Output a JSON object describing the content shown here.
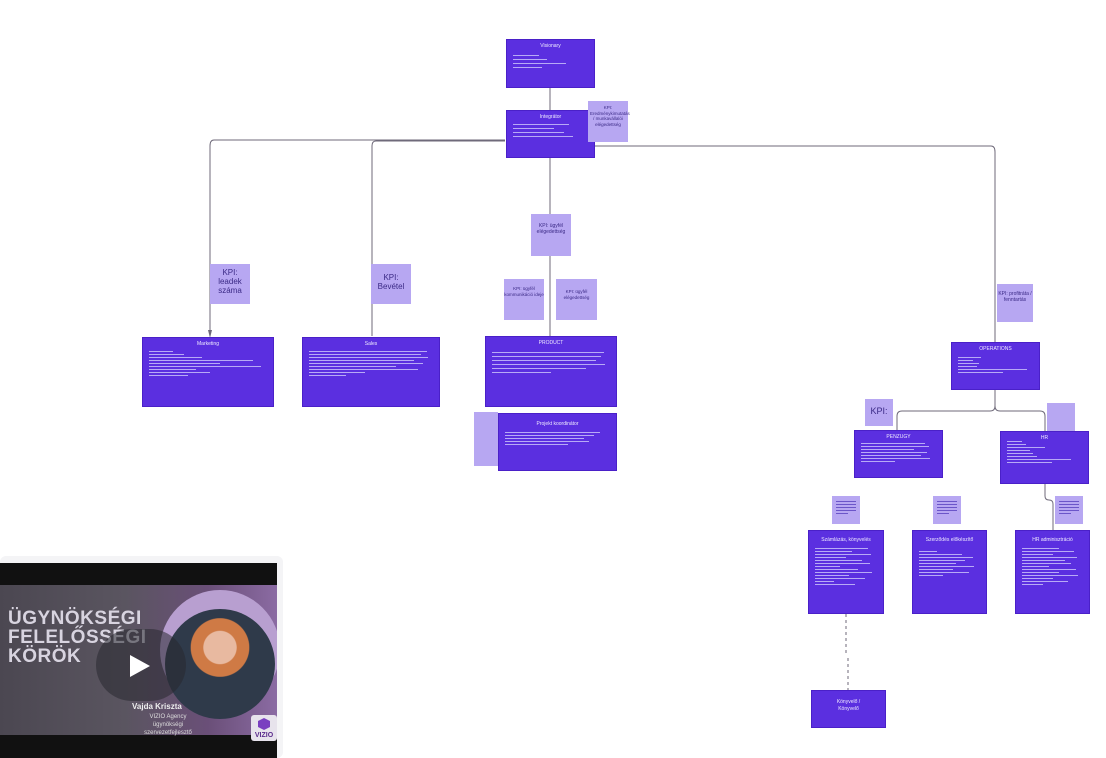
{
  "nodes": {
    "visionary": "Visionary",
    "integrator": "Integrátor",
    "marketing": "Marketing",
    "sales": "Sales",
    "product": "PRODUCT",
    "projekt": "Projekt koordinátor",
    "operations": "OPERATIONS",
    "penzugy": "PÉNZÜGY",
    "hr": "HR",
    "szamlazas": "Számlázás, könyvelés",
    "szerzodes": "Szerződés előkészítő",
    "hr_adminisztracio": "HR adminisztráció",
    "konyvelo": "Könyvelő / Könyvelő"
  },
  "kpis": {
    "integrator": "KPI: Eredménykimutatás / munkavállalói elégedettség",
    "marketing": "KPI: leadek száma",
    "sales": "KPI: Bevétel",
    "product_top": "KPI: ügyfél elégedettség",
    "product_left": "KPI: ügyfél kommunikáció ideje",
    "product_right": "KPI: ügyfél elégedettség",
    "operations": "KPI: profitráta / fenntartás",
    "penzugy": "KPI:"
  },
  "video": {
    "title_line1": "ÜGYNÖKSÉGI",
    "title_line2": "FELELŐSSÉGI",
    "title_line3": "KÖRÖK",
    "author_name": "Vajda Kriszta",
    "author_role": "VIZIO Agency ügynökségi szervezetfejlesztő",
    "brand": "VIZIO"
  },
  "colors": {
    "box": "#5b2fe0",
    "sticky": "#b7a7f2",
    "connector": "#6f6a7a"
  }
}
